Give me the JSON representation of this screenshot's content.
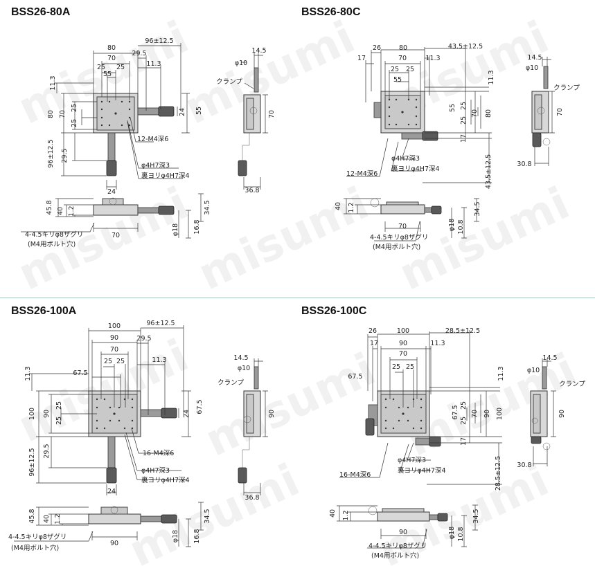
{
  "watermark": "misumi",
  "panels": [
    {
      "id": "80A",
      "title": "BSS26-80A",
      "top_dims": [
        "80",
        "96±12.5",
        "70",
        "29.5",
        "25",
        "25",
        "11.3",
        "55"
      ],
      "left_dims": [
        "11.3",
        "80",
        "70",
        "25",
        "25",
        "96±12.5",
        "29.5"
      ],
      "right_dims": [
        "55",
        "24"
      ],
      "callouts": [
        "12-M4深6",
        "φ4H7深3",
        "裏ヨリφ4H7深4"
      ],
      "bottom_dim": "24",
      "side": {
        "phi10": "φ10",
        "d14_5": "14.5",
        "clamp": "クランプ",
        "d70": "70",
        "d36_8": "36.8"
      },
      "front": {
        "d45_8": "45.8",
        "d40": "40",
        "d1_2": "1.2",
        "d70": "70",
        "phi18": "φ18",
        "d16_8": "16.8",
        "d34_5": "34.5",
        "note1": "4-4.5キリφ8ザグリ",
        "note2": "(M4用ボルト穴)"
      }
    },
    {
      "id": "80C",
      "title": "BSS26-80C",
      "top_dims": [
        "26",
        "80",
        "43.5±12.5",
        "17",
        "70",
        "11.3",
        "25",
        "25",
        "55"
      ],
      "right_dims": [
        "11.3",
        "55",
        "25",
        "25",
        "70",
        "80",
        "17",
        "43.5±12.5"
      ],
      "callouts": [
        "12-M4深6",
        "φ4H7深3",
        "裏ヨリφ4H7深4"
      ],
      "side": {
        "phi10": "φ10",
        "d14_5": "14.5",
        "clamp": "クランプ",
        "d70": "70",
        "d30_8": "30.8"
      },
      "front": {
        "d40": "40",
        "d1_2": "1.2",
        "d70": "70",
        "phi18": "φ18",
        "d10_8": "10.8",
        "d34_5": "34.5",
        "note1": "4-4.5キリφ8ザグリ",
        "note2": "(M4用ボルト穴)"
      }
    },
    {
      "id": "100A",
      "title": "BSS26-100A",
      "top_dims": [
        "100",
        "96±12.5",
        "90",
        "29.5",
        "70",
        "25",
        "25",
        "11.3",
        "67.5"
      ],
      "left_dims": [
        "11.3",
        "100",
        "90",
        "25",
        "25",
        "29.5",
        "96±12.5"
      ],
      "right_dims": [
        "67.5",
        "24"
      ],
      "callouts": [
        "16-M4深6",
        "φ4H7深3",
        "裏ヨリφ4H7深4"
      ],
      "bottom_dim": "24",
      "side": {
        "phi10": "φ10",
        "d14_5": "14.5",
        "clamp": "クランプ",
        "d90": "90",
        "d36_8": "36.8"
      },
      "front": {
        "d45_8": "45.8",
        "d40": "40",
        "d1_2": "1.2",
        "d90": "90",
        "phi18": "φ18",
        "d16_8": "16.8",
        "d34_5": "34.5",
        "note1": "4-4.5キリφ8ザグリ",
        "note2": "(M4用ボルト穴)"
      }
    },
    {
      "id": "100C",
      "title": "BSS26-100C",
      "top_dims": [
        "26",
        "100",
        "28.5±12.5",
        "17",
        "90",
        "11.3",
        "70",
        "25",
        "25",
        "67.5"
      ],
      "right_dims": [
        "11.3",
        "67.5",
        "25",
        "25",
        "70",
        "90",
        "100",
        "17",
        "28.5±12.5"
      ],
      "callouts": [
        "φ4H7深3",
        "裏ヨリφ4H7深4",
        "16-M4深6"
      ],
      "side": {
        "phi10": "φ10",
        "d14_5": "14.5",
        "clamp": "クランプ",
        "d90": "90",
        "d30_8": "30.8"
      },
      "front": {
        "d40": "40",
        "d1_2": "1.2",
        "d90": "90",
        "phi18": "φ18",
        "d10_8": "10.8",
        "d34_5": "34.5",
        "note1": "4-4.5キリφ8ザグリ",
        "note2": "(M4用ボルト穴)"
      }
    }
  ]
}
